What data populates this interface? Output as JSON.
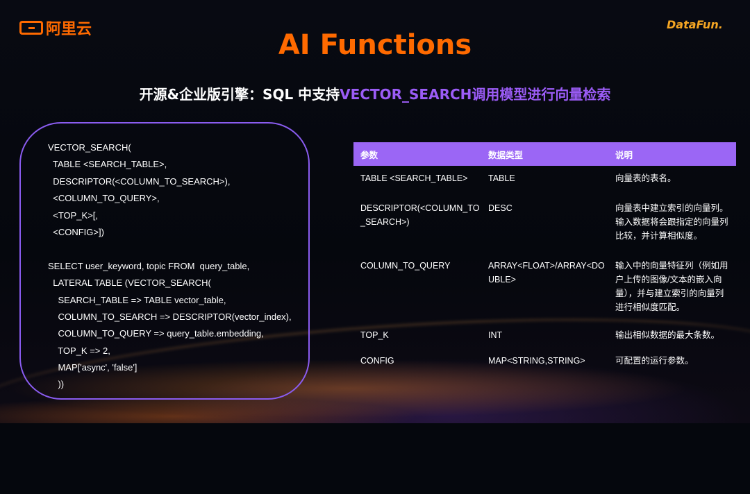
{
  "logos": {
    "left": "阿里云",
    "right": "DataFun."
  },
  "title": "AI Functions",
  "subtitle": {
    "prefix": "开源&企业版引擎：SQL 中支持",
    "highlight": "VECTOR_SEARCH调用模型进行向量检索"
  },
  "code": [
    "VECTOR_SEARCH(",
    "  TABLE <SEARCH_TABLE>,",
    "  DESCRIPTOR(<COLUMN_TO_SEARCH>),",
    "  <COLUMN_TO_QUERY>,",
    "  <TOP_K>[,",
    "  <CONFIG>])",
    "",
    "SELECT user_keyword, topic FROM  query_table,",
    "  LATERAL TABLE (VECTOR_SEARCH(",
    "    SEARCH_TABLE => TABLE vector_table,",
    "    COLUMN_TO_SEARCH => DESCRIPTOR(vector_index),",
    "    COLUMN_TO_QUERY => query_table.embedding,",
    "    TOP_K => 2,",
    "    MAP['async', 'false']",
    "    ))"
  ],
  "table": {
    "headers": [
      "参数",
      "数据类型",
      "说明"
    ],
    "rows": [
      [
        "TABLE <SEARCH_TABLE>",
        "TABLE",
        "向量表的表名。"
      ],
      [
        "DESCRIPTOR(<COLUMN_TO_SEARCH>)",
        "DESC",
        "向量表中建立索引的向量列。输入数据将会跟指定的向量列比较，并计算相似度。"
      ],
      [
        "COLUMN_TO_QUERY",
        "ARRAY<FLOAT>/ARRAY<DOUBLE>",
        "输入中的向量特征列（例如用户上传的图像/文本的嵌入向量），并与建立索引的向量列进行相似度匹配。"
      ],
      [
        "TOP_K",
        "INT",
        "输出相似数据的最大条数。"
      ],
      [
        "CONFIG",
        "MAP<STRING,STRING>",
        "可配置的运行参数。"
      ]
    ]
  },
  "colors": {
    "accent_orange": "#ff6a00",
    "accent_purple": "#9b66f5"
  }
}
